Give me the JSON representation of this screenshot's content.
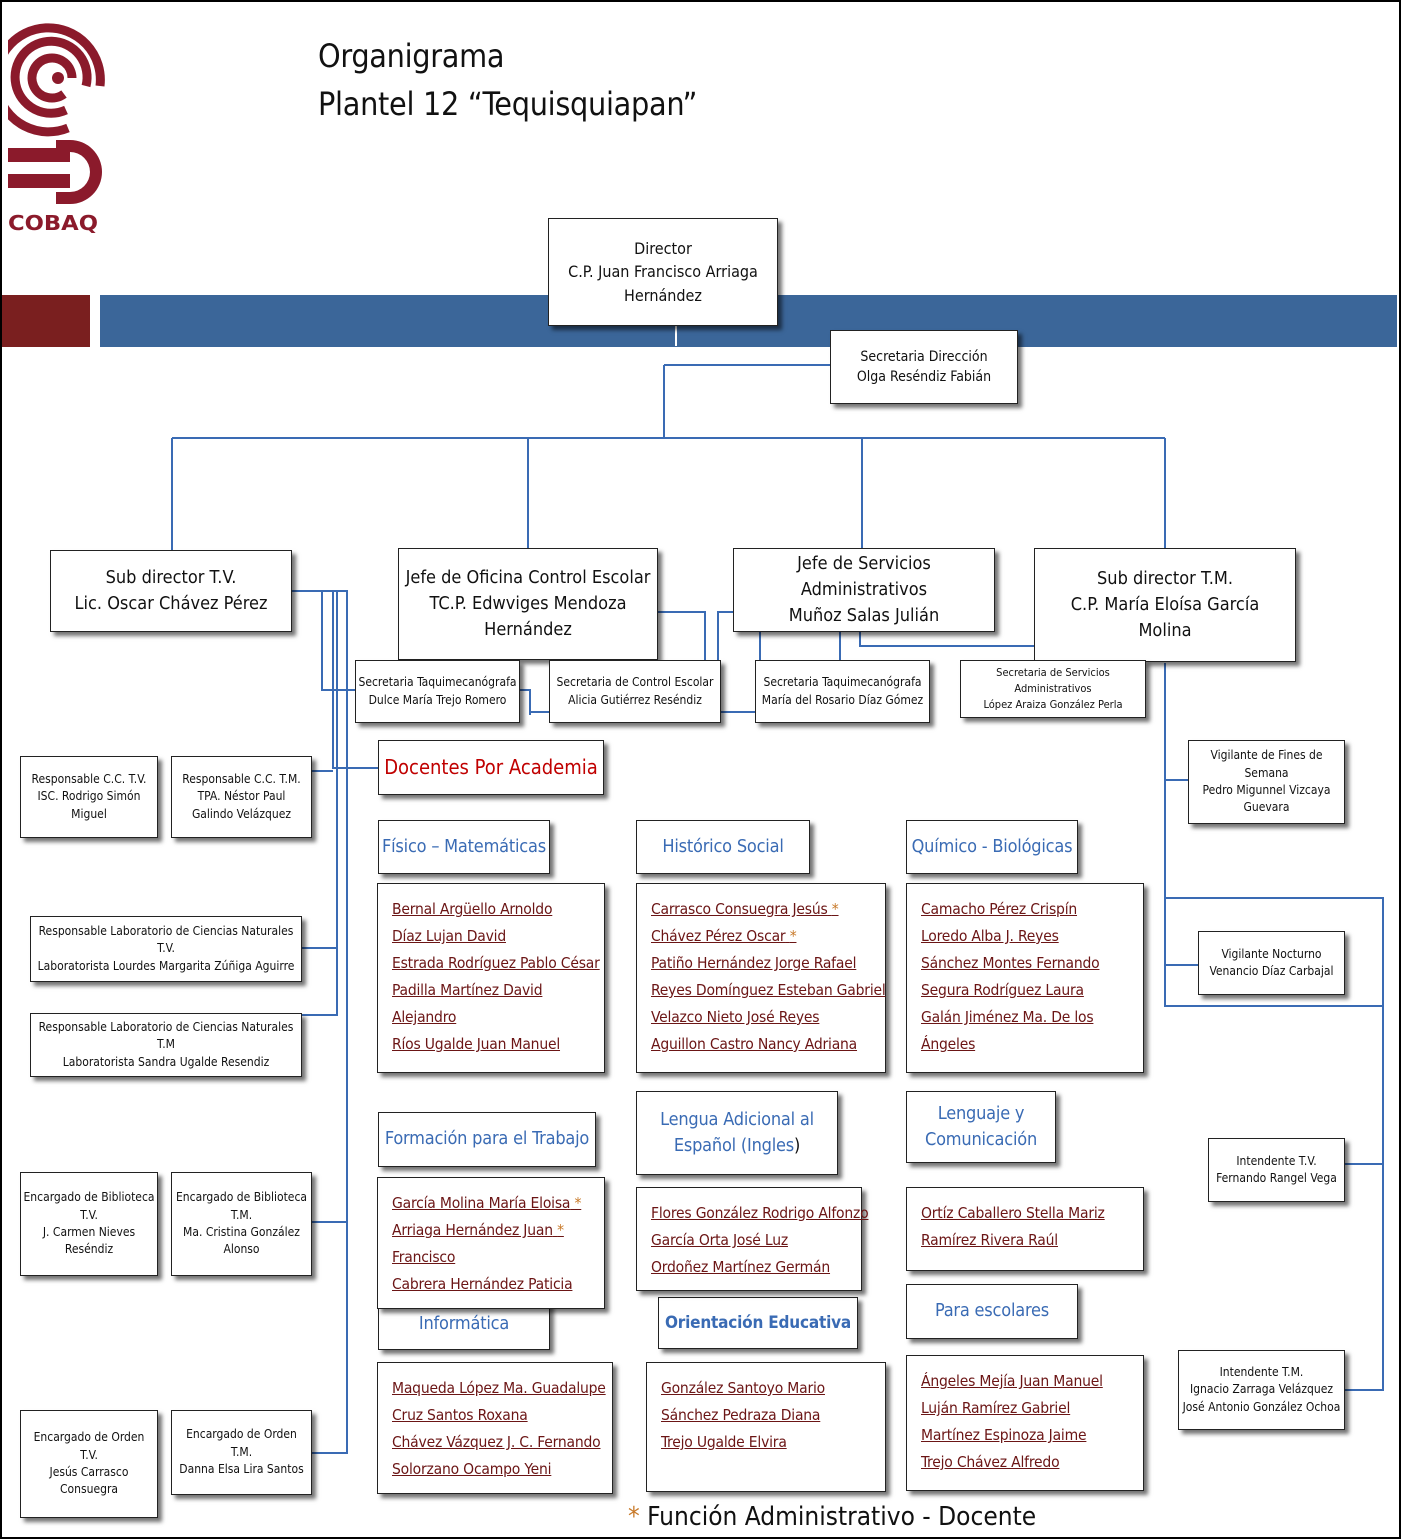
{
  "header": {
    "title_line1": "Organigrama",
    "title_line2": "Plantel 12 “Tequisquiapan”",
    "logo_text": "COBAQ"
  },
  "director": {
    "role": "Director",
    "name_line1": "C.P. Juan Francisco Arriaga",
    "name_line2": "Hernández"
  },
  "secretaria_direccion": {
    "role": "Secretaria Dirección",
    "name": "Olga Reséndiz Fabián"
  },
  "subdirector_tv": {
    "role": "Sub director T.V.",
    "name": "Lic. Oscar Chávez Pérez"
  },
  "control_escolar": {
    "role": "Jefe de Oficina Control Escolar",
    "name_line1": "TC.P. Edwviges Mendoza",
    "name_line2": "Hernández"
  },
  "servicios_admin": {
    "role": "Jefe de Servicios Administrativos",
    "name": "Muñoz Salas Julián"
  },
  "subdirector_tm": {
    "role": "Sub director T.M.",
    "name_line1": "C.P. María Eloísa García",
    "name_line2": "Molina"
  },
  "secretarias": [
    {
      "role": "Secretaria Taquimecanógrafa",
      "name": "Dulce María Trejo Romero"
    },
    {
      "role": "Secretaria de Control Escolar",
      "name": "Alicia Gutiérrez Reséndiz"
    },
    {
      "role": "Secretaria Taquimecanógrafa",
      "name": "María del Rosario Díaz Gómez"
    },
    {
      "role": "Secretaria de Servicios Administrativos",
      "name": "López Araiza González Perla"
    }
  ],
  "docentes_title": "Docentes Por Academia",
  "left_staff": {
    "resp_cc_tv": [
      "Responsable C.C. T.V.",
      "ISC. Rodrigo Simón",
      "Miguel"
    ],
    "resp_cc_tm": [
      "Responsable C.C. T.M.",
      "TPA. Néstor Paul",
      "Galindo Velázquez"
    ],
    "lab_tv": [
      "Responsable Laboratorio de Ciencias Naturales T.V.",
      "Laboratorista Lourdes Margarita Zúñiga Aguirre"
    ],
    "lab_tm": [
      "Responsable Laboratorio de Ciencias Naturales T.M",
      "Laboratorista Sandra Ugalde Resendiz"
    ],
    "bib_tv": [
      "Encargado de Biblioteca",
      "T.V.",
      "J. Carmen Nieves",
      "Reséndiz"
    ],
    "bib_tm": [
      "Encargado de Biblioteca",
      "T.M.",
      "Ma. Cristina González",
      "Alonso"
    ],
    "orden_tv": [
      "Encargado de Orden",
      "T.V.",
      "Jesús Carrasco",
      "Consuegra"
    ],
    "orden_tm": [
      "Encargado de Orden",
      "T.M.",
      "Danna Elsa Lira Santos"
    ]
  },
  "right_staff": {
    "vigilante_fines": [
      "Vigilante de Fines de Semana",
      "Pedro Migunnel Vizcaya",
      "Guevara"
    ],
    "vigilante_nocturno": [
      "Vigilante Nocturno",
      "Venancio Díaz Carbajal"
    ],
    "intendente_tv": [
      "Intendente T.V.",
      "Fernando Rangel Vega"
    ],
    "intendente_tm": [
      "Intendente T.M.",
      "Ignacio Zarraga Velázquez",
      "José Antonio González Ochoa"
    ]
  },
  "academias": {
    "fisico": {
      "title": "Físico – Matemáticas",
      "members": [
        "Bernal Argüello Arnoldo",
        "Díaz Lujan David",
        "Estrada Rodríguez Pablo César",
        "Padilla Martínez David",
        "Alejandro",
        "Ríos Ugalde Juan Manuel"
      ]
    },
    "historico": {
      "title": "Histórico Social",
      "members": [
        "Carrasco Consuegra Jesús",
        "Chávez Pérez Oscar",
        "Patiño Hernández Jorge Rafael",
        "Reyes Domínguez Esteban Gabriel",
        "Velazco Nieto José Reyes",
        "Aguillon Castro Nancy Adriana"
      ]
    },
    "quimico": {
      "title": "Químico - Biológicas",
      "members": [
        "Camacho Pérez Crispín",
        "Loredo Alba J. Reyes",
        "Sánchez Montes Fernando",
        "Segura Rodríguez Laura",
        "Galán Jiménez Ma. De los",
        "Ángeles"
      ]
    },
    "formacion": {
      "title": "Formación para el Trabajo",
      "members": [
        "García Molina María Eloisa",
        "Arriaga Hernández Juan",
        "Francisco",
        "Cabrera Hernández Paticia"
      ]
    },
    "lengua": {
      "title_line1": "Lengua Adicional al",
      "title_line2": "Español (Ingles",
      "title_paren": ")",
      "members": [
        "Flores González Rodrigo Alfonzo",
        "García Orta José Luz",
        "Ordoñez Martínez Germán"
      ]
    },
    "lenguaje": {
      "title_line1": "Lenguaje y",
      "title_line2": "Comunicación",
      "members": [
        "Ortíz Caballero Stella Mariz",
        "Ramírez Rivera Raúl"
      ]
    },
    "informatica": {
      "title": "Informática",
      "members": [
        "Maqueda López Ma. Guadalupe",
        "Cruz Santos Roxana",
        "Chávez Vázquez J. C. Fernando",
        "Solorzano Ocampo Yeni"
      ]
    },
    "orientacion": {
      "title": "Orientación Educativa",
      "members": [
        "González Santoyo Mario",
        "Sánchez Pedraza Diana",
        "Trejo Ugalde Elvira"
      ]
    },
    "paraescolares": {
      "title": "Para escolares",
      "members": [
        "Ángeles Mejía Juan Manuel",
        "Luján Ramírez Gabriel",
        "Martínez Espinoza Jaime",
        "Trejo Chávez Alfredo"
      ]
    }
  },
  "asterisk": "*",
  "footnote": "Función Administrativo - Docente",
  "colors": {
    "line_blue": "#3a6bb4",
    "band_blue": "#3b6699",
    "band_maroon": "#7a1f1f",
    "logo_maroon": "#8b1a2b",
    "name_maroon": "#6b1515",
    "docentes_red": "#c00000",
    "asterisk_orange": "#c87a2a"
  }
}
